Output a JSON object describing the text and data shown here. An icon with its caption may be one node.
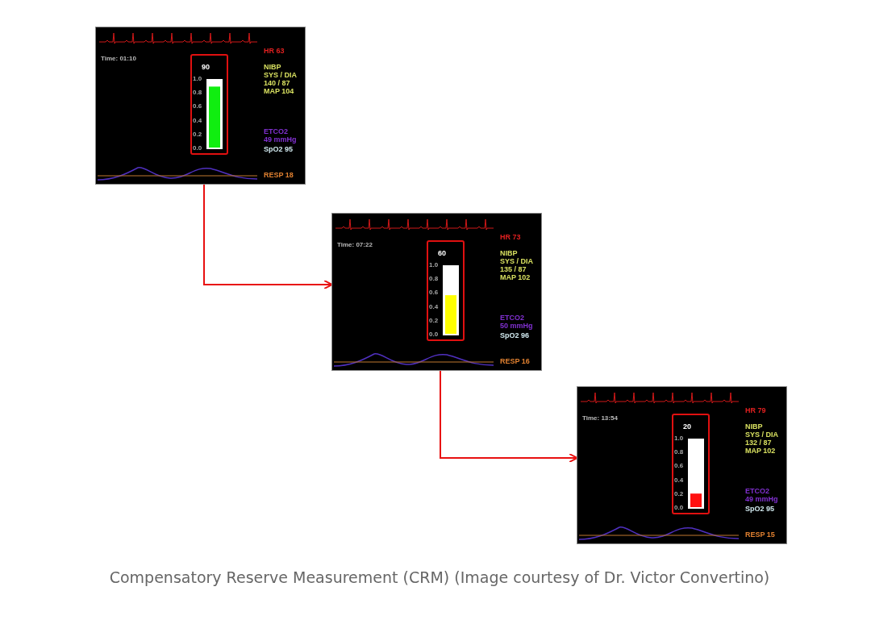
{
  "diagram": {
    "caption": "Compensatory Reserve Measurement (CRM) (Image courtesy of Dr. Victor Convertino)",
    "nodes": [
      {
        "text": [
          "Time: 01:10",
          "HR 63",
          "NIBP",
          "SYS / DIA",
          "140 / 87",
          "MAP 104",
          "ETCO2",
          "49 mmHg",
          "SpO2 95",
          "RESP 18"
        ]
      },
      {
        "text": [
          "90",
          "1.0",
          "0.8",
          "0.6",
          "0.4",
          "0.2",
          "0.0"
        ],
        "in": 0
      },
      {
        "text": [
          "Time: 07:22",
          "HR 73",
          "NIBP",
          "SYS / DIA",
          "135 / 87",
          "MAP 102",
          "ETCO2",
          "50 mmHg",
          "SpO2 96",
          "RESP 16"
        ]
      },
      {
        "text": [
          "60",
          "1.0",
          "0.8",
          "0.6",
          "0.4",
          "0.2",
          "0.0"
        ],
        "in": 2
      },
      {
        "text": [
          "Time: 13:54",
          "HR 79",
          "NIBP",
          "SYS / DIA",
          "132 / 87",
          "MAP 102",
          "ETCO2",
          "49 mmHg",
          "SpO2 95",
          "RESP 15"
        ]
      },
      {
        "text": [
          "20",
          "1.0",
          "0.8",
          "0.6",
          "0.4",
          "0.2",
          "0.0"
        ],
        "in": 4
      }
    ],
    "edges": [
      {
        "from": 0,
        "to": 2,
        "arrow": "to"
      },
      {
        "from": 2,
        "to": 4,
        "arrow": "to"
      }
    ]
  }
}
